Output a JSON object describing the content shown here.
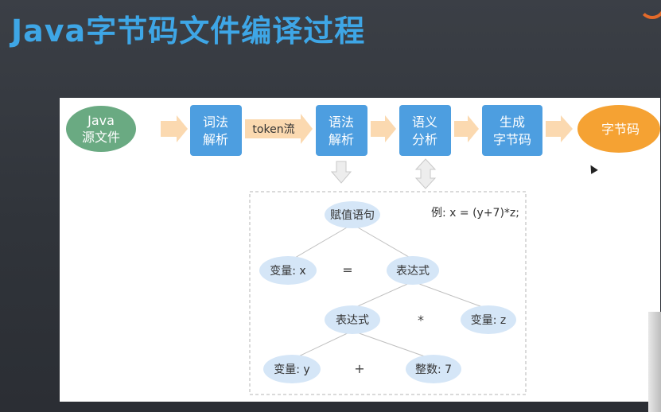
{
  "title": "Java字节码文件编译过程",
  "pipeline": {
    "source_line1": "Java",
    "source_line2": "源文件",
    "lexical_line1": "词法",
    "lexical_line2": "解析",
    "token_stream": "token流",
    "syntax_line1": "语法",
    "syntax_line2": "解析",
    "semantic_line1": "语义",
    "semantic_line2": "分析",
    "generate_line1": "生成",
    "generate_line2": "字节码",
    "output": "字节码"
  },
  "tree": {
    "example": "例: x = (y+7)*z;",
    "root": "赋值语句",
    "var_x": "变量: x",
    "equals": "=",
    "expr1": "表达式",
    "expr2": "表达式",
    "times": "*",
    "var_z": "变量: z",
    "var_y": "变量: y",
    "plus": "+",
    "int7": "整数: 7"
  },
  "colors": {
    "green_oval": "#6aaa82",
    "blue_box": "#4d9ee0",
    "orange_oval": "#f5a233",
    "arrow": "#fbd9b0",
    "tree_node": "#d5e6f7"
  }
}
